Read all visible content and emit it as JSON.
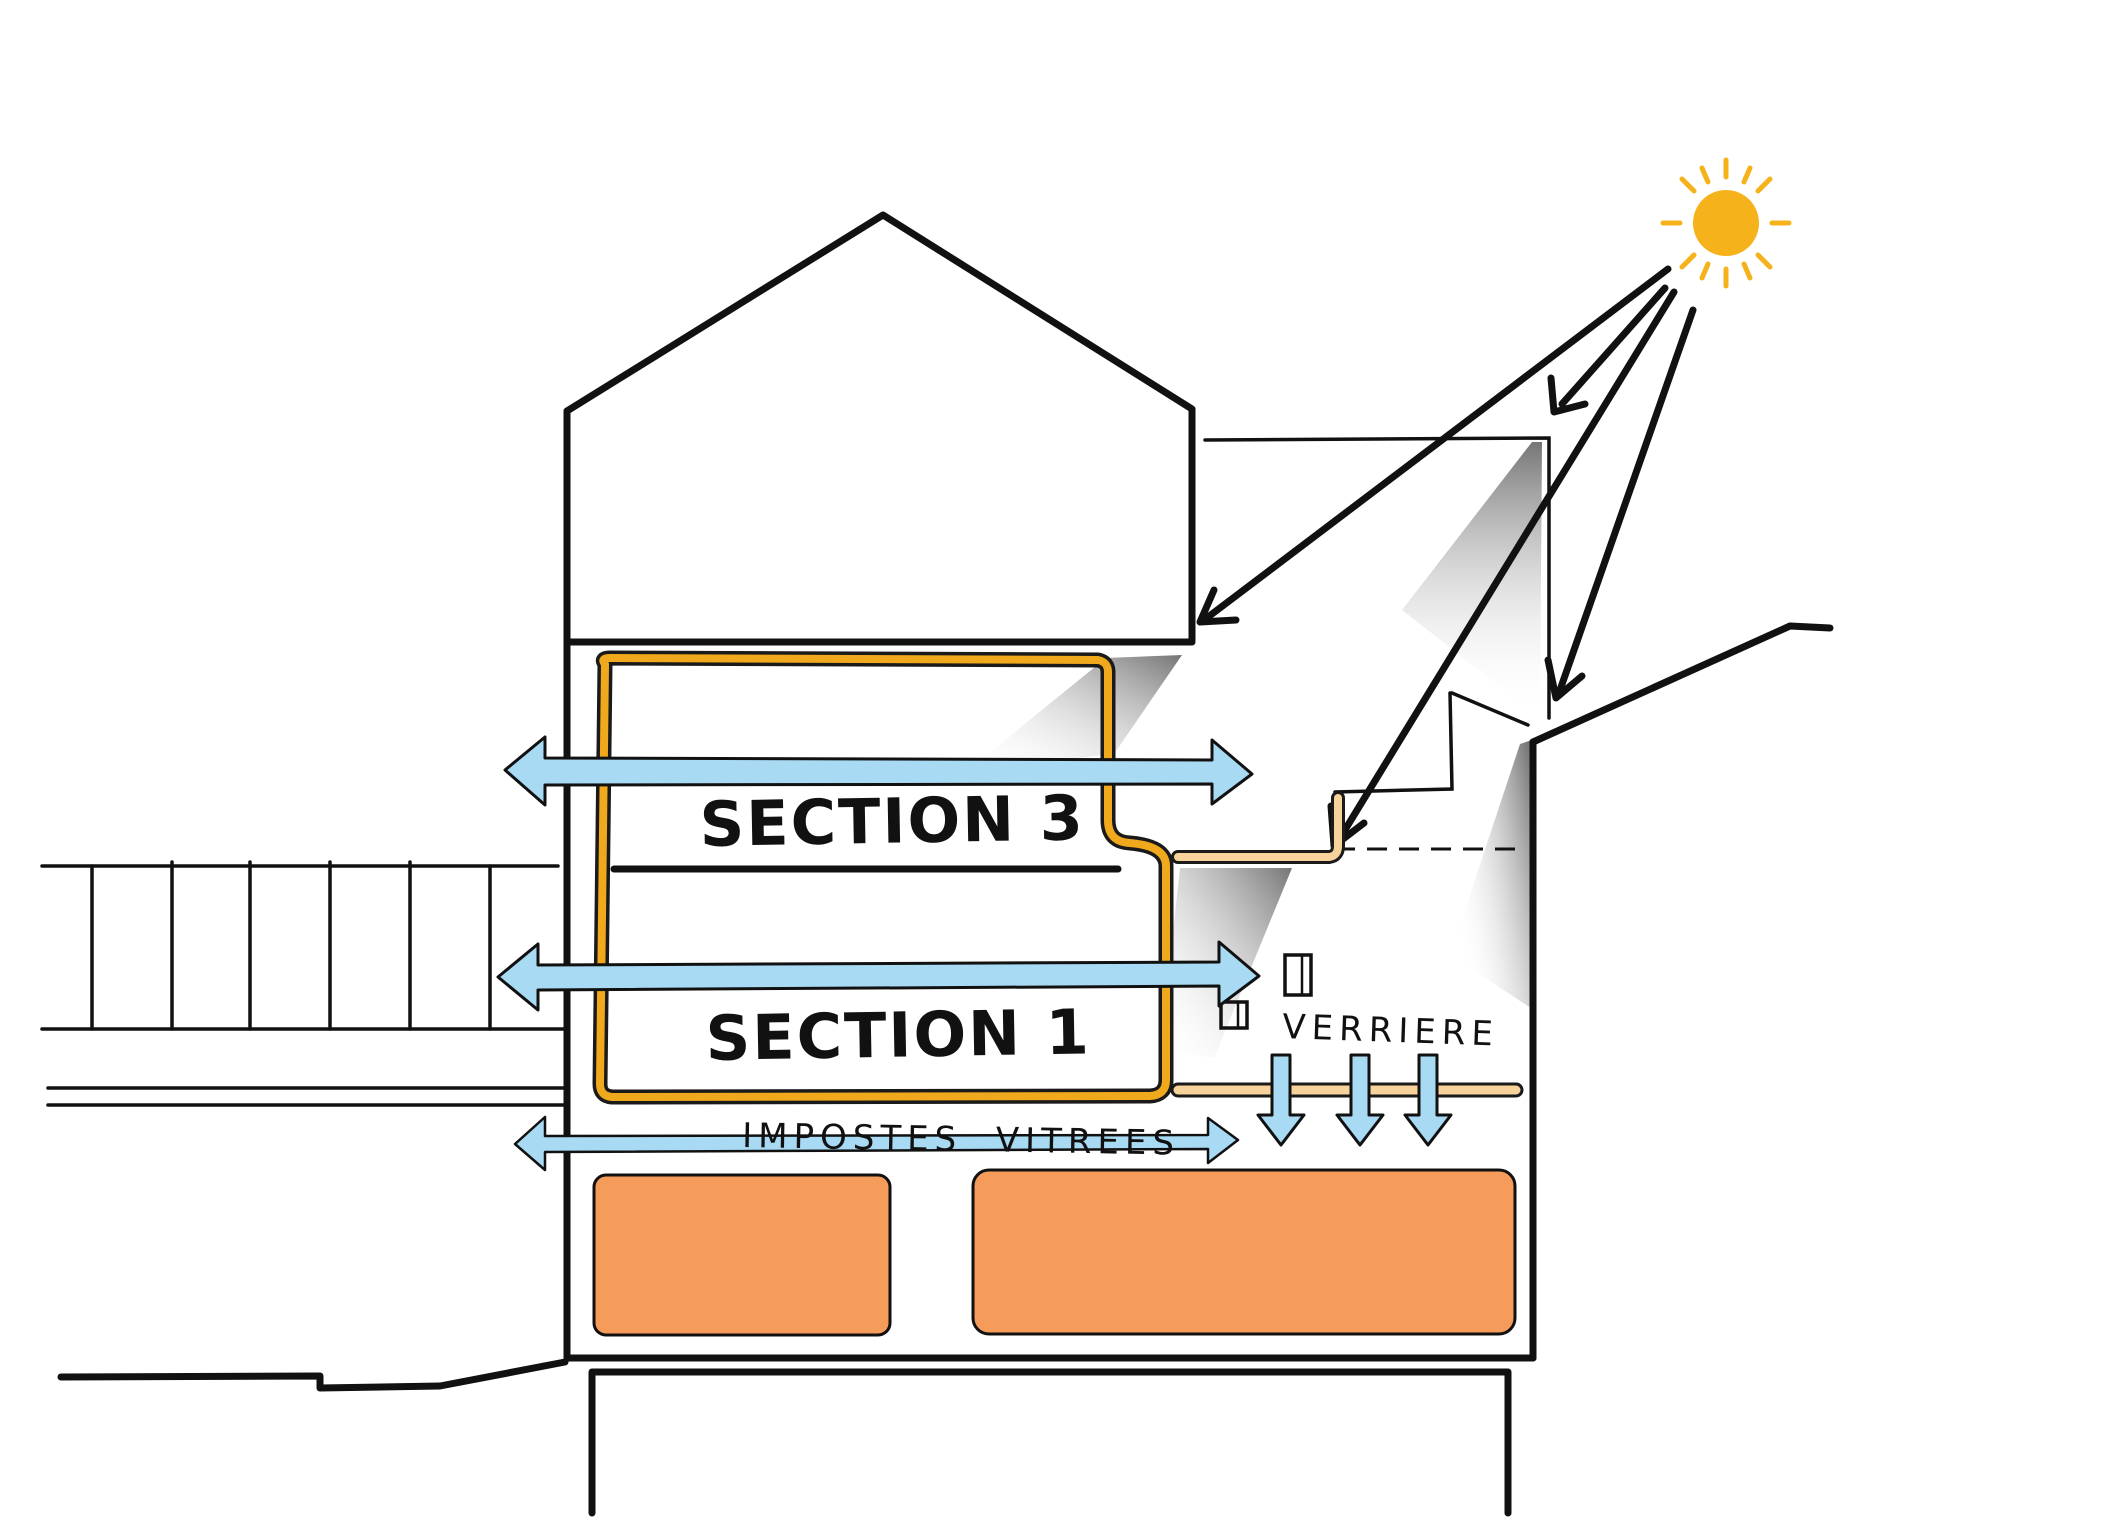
{
  "labels": {
    "section_3": "SECTION 3",
    "section_1": "SECTION 1",
    "impostes_vitrees": "IMPOSTES  VITREES",
    "verriere": "VERRIERE"
  },
  "colors": {
    "ink": "#111111",
    "sun": "#f5b21b",
    "section_outline": "#f0a91c",
    "airflow": "#a9daf4",
    "storage_blocks": "#f59c5a",
    "skylight_slab": "#f7d39b",
    "shadow": "#8a8a8a"
  },
  "icons": {
    "sun": "sun-icon"
  }
}
